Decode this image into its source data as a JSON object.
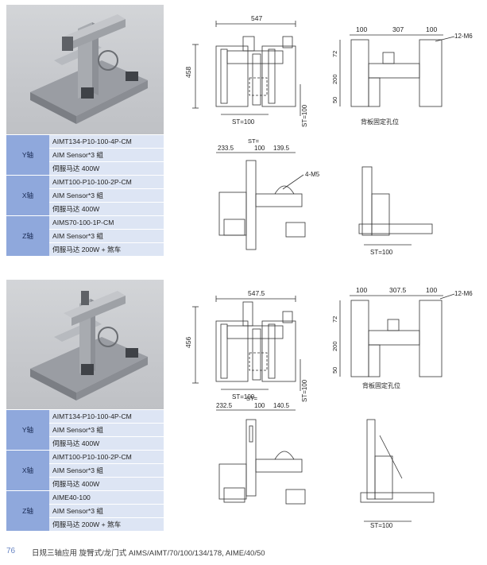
{
  "blocks": [
    {
      "specs": [
        {
          "axis": "Y轴",
          "rows": [
            "AIMT134-P10-100-4P-CM",
            "AIM Sensor*3 組",
            "伺服马达 400W"
          ]
        },
        {
          "axis": "X轴",
          "rows": [
            "AIMT100-P10-100-2P-CM",
            "AIM Sensor*3 組",
            "伺服马达 400W"
          ]
        },
        {
          "axis": "Z轴",
          "rows": [
            "AIMS70-100-1P-CM",
            "AIM Sensor*3 組",
            "伺服马达 200W + 煞车"
          ]
        }
      ],
      "dims": {
        "width": "547",
        "height": "458",
        "st1": "ST=100",
        "st2": "ST=100",
        "p100a": "100",
        "p307": "307",
        "p100b": "100",
        "holes": "12-M6",
        "v72": "72",
        "v200": "200",
        "v50": "50",
        "back_caption": "背板固定孔位",
        "st_top": "ST=",
        "l233": "233.5",
        "m100": "100",
        "r139": "139.5",
        "m5": "4-M5",
        "st_side": "ST=100"
      }
    },
    {
      "specs": [
        {
          "axis": "Y轴",
          "rows": [
            "AIMT134-P10-100-4P-CM",
            "AIM Sensor*3 組",
            "伺服马达 400W"
          ]
        },
        {
          "axis": "X轴",
          "rows": [
            "AIMT100-P10-100-2P-CM",
            "AIM Sensor*3 組",
            "伺服马达 400W"
          ]
        },
        {
          "axis": "Z轴",
          "rows": [
            "AIME40-100",
            "AIM Sensor*3 組",
            "伺服马达 200W + 煞车"
          ]
        }
      ],
      "dims": {
        "width": "547.5",
        "height": "456",
        "st1": "ST=100",
        "st2": "ST=100",
        "p100a": "100",
        "p307": "307.5",
        "p100b": "100",
        "holes": "12-M6",
        "v72": "72",
        "v200": "200",
        "v50": "50",
        "back_caption": "背板固定孔位",
        "st_top": "ST=",
        "l233": "232.5",
        "m100": "100",
        "r139": "140.5",
        "m5": "",
        "st_side": "ST=100"
      }
    }
  ],
  "footer": {
    "page_number": "76",
    "title": "日规三轴应用 旋臂式/龙门式 AIMS/AIMT/70/100/134/178, AIME/40/50"
  }
}
